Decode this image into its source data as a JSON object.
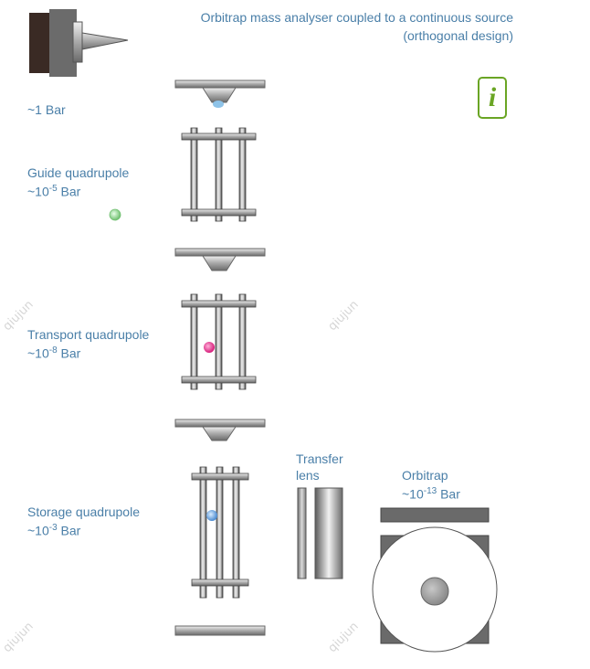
{
  "title": {
    "line1": "Orbitrap mass analyser coupled to a continuous source",
    "line2": "(orthogonal design)"
  },
  "info_button": {
    "label": "i",
    "icon": "info-icon",
    "color": "#6aa524"
  },
  "labels": {
    "pressure_source": "~1 Bar",
    "guide_quadrupole": {
      "name": "Guide quadrupole",
      "prefix": "~10",
      "exp": "-5",
      "unit": " Bar"
    },
    "transport_quadrupole": {
      "name": "Transport quadrupole",
      "prefix": "~10",
      "exp": "-8",
      "unit": " Bar"
    },
    "storage_quadrupole": {
      "name": "Storage quadrupole",
      "prefix": "~10",
      "exp": "-3",
      "unit": " Bar"
    },
    "transfer_lens": {
      "line1": "Transfer",
      "line2": "lens"
    },
    "orbitrap": {
      "name": "Orbitrap",
      "prefix": "~10",
      "exp": "-13",
      "unit": " Bar"
    }
  },
  "watermark": "qiujun",
  "colors": {
    "label_text": "#4a7fa8",
    "ion_green": "#8fcf8f",
    "ion_pink": "#e0428e",
    "ion_blue": "#6aa0d8",
    "droplet_blue": "#8ec3e8"
  }
}
